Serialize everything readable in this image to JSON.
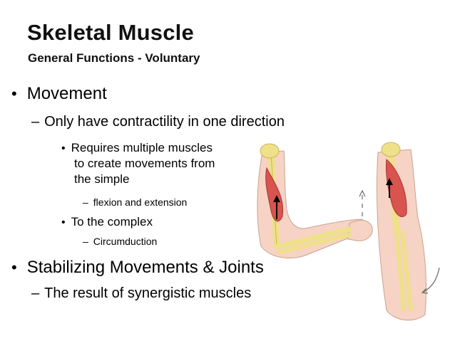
{
  "slide": {
    "title": "Skeletal Muscle",
    "subtitle": "General Functions - Voluntary",
    "items": {
      "movement": "Movement",
      "contractility": "Only have contractility in one direction",
      "requires_1": "Requires multiple muscles",
      "requires_2": "to create movements from",
      "requires_3": "the simple",
      "flexion": "flexion and extension",
      "complex": "To the complex",
      "circumduction": "Circumduction",
      "stabilizing": "Stabilizing Movements & Joints",
      "synergistic": "The result of synergistic muscles"
    },
    "marks": {
      "bullet": "•",
      "dash": "–"
    },
    "colors": {
      "muscle": "#d9534f",
      "bone": "#efe08a",
      "skin": "#f6d3c4"
    }
  }
}
